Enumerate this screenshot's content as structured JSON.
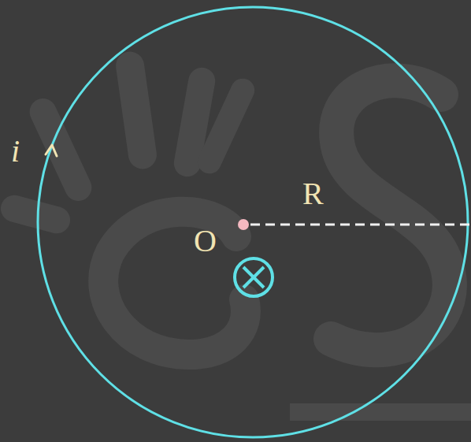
{
  "diagram": {
    "labels": [
      "i",
      "R",
      "O"
    ]
  }
}
